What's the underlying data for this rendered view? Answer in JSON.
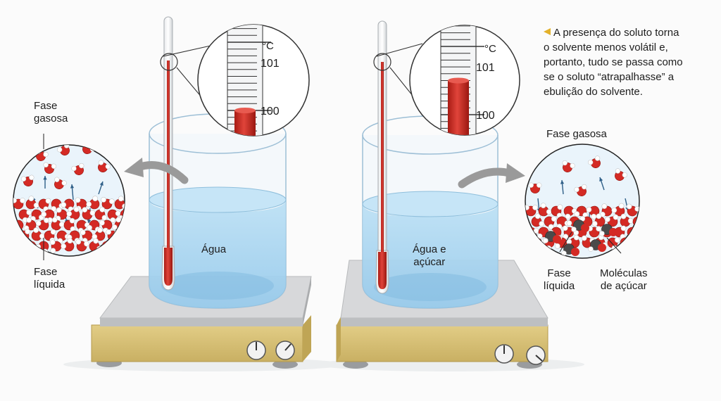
{
  "caption": {
    "lines": [
      "A presença do soluto torna",
      "o solvente menos volátil e,",
      "portanto, tudo se passa como",
      "se o soluto “atrapalhasse” a",
      "ebulição do solvente."
    ]
  },
  "left_setup": {
    "beaker_label": "Água",
    "thermometer": {
      "unit": "°C",
      "tick_high": "101",
      "tick_low": "100",
      "reading": 100
    },
    "zoom": {
      "gas_label_line1": "Fase",
      "gas_label_line2": "gasosa",
      "liquid_label_line1": "Fase",
      "liquid_label_line2": "líquida"
    }
  },
  "right_setup": {
    "beaker_label_line1": "Água e",
    "beaker_label_line2": "açúcar",
    "thermometer": {
      "unit": "°C",
      "tick_high": "101",
      "tick_low": "100",
      "reading": 100.5
    },
    "zoom": {
      "gas_label": "Fase gasosa",
      "liquid_label_line1": "Fase",
      "liquid_label_line2": "líquida",
      "sugar_label_line1": "Moléculas",
      "sugar_label_line2": "de açúcar"
    }
  },
  "colors": {
    "mercury": "#c8281e",
    "water": "#9fd0ee",
    "hotplate_base": "#d9c27a",
    "hotplate_top": "#d5d6d8",
    "oxygen": "#d42a24",
    "sugar_carbon": "#4a4a4a",
    "caption_marker": "#e3b12a"
  }
}
